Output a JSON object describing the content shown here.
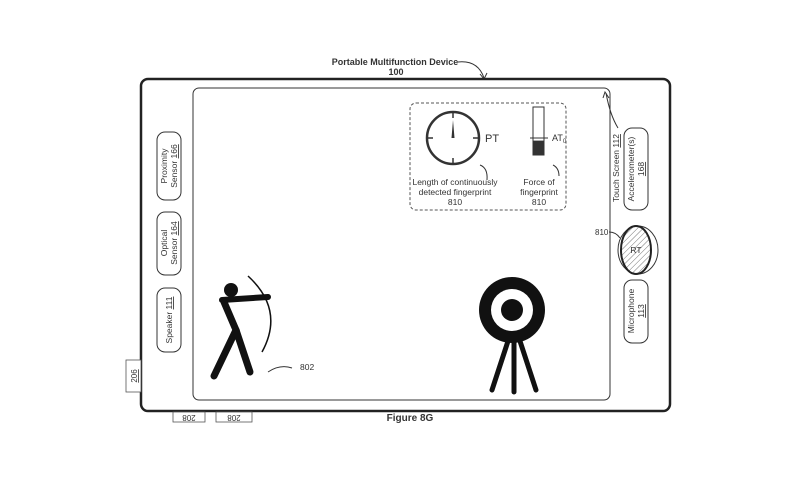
{
  "device": {
    "title": "Portable Multifunction Device",
    "ref": "100"
  },
  "figure_label": "Figure 8G",
  "left_components": [
    {
      "name": "Proximity",
      "line2": "Sensor ",
      "ref": "166"
    },
    {
      "name": "Optical",
      "line2": "Sensor ",
      "ref": "164"
    },
    {
      "name": "Speaker ",
      "ref": "111"
    }
  ],
  "side_button": "206",
  "bottom_buttons": [
    "208",
    "208"
  ],
  "touch_screen": {
    "label": "Touch Screen ",
    "ref": "112"
  },
  "accelerometer": {
    "label": "Accelerometer(s)",
    "ref": "168"
  },
  "microphone": {
    "label": "Microphone",
    "ref": "113"
  },
  "rt_contact": {
    "label": "RT",
    "ref": "810"
  },
  "indicator_panel": {
    "timer_label": "PT",
    "timer_caption": [
      "Length of continuously",
      "detected fingerprint",
      "810"
    ],
    "force_label": "AT",
    "force_sub": "0",
    "force_caption": [
      "Force of",
      "fingerprint",
      "810"
    ],
    "force_level_fraction": 0.3
  },
  "game": {
    "archer_ref": "802"
  }
}
